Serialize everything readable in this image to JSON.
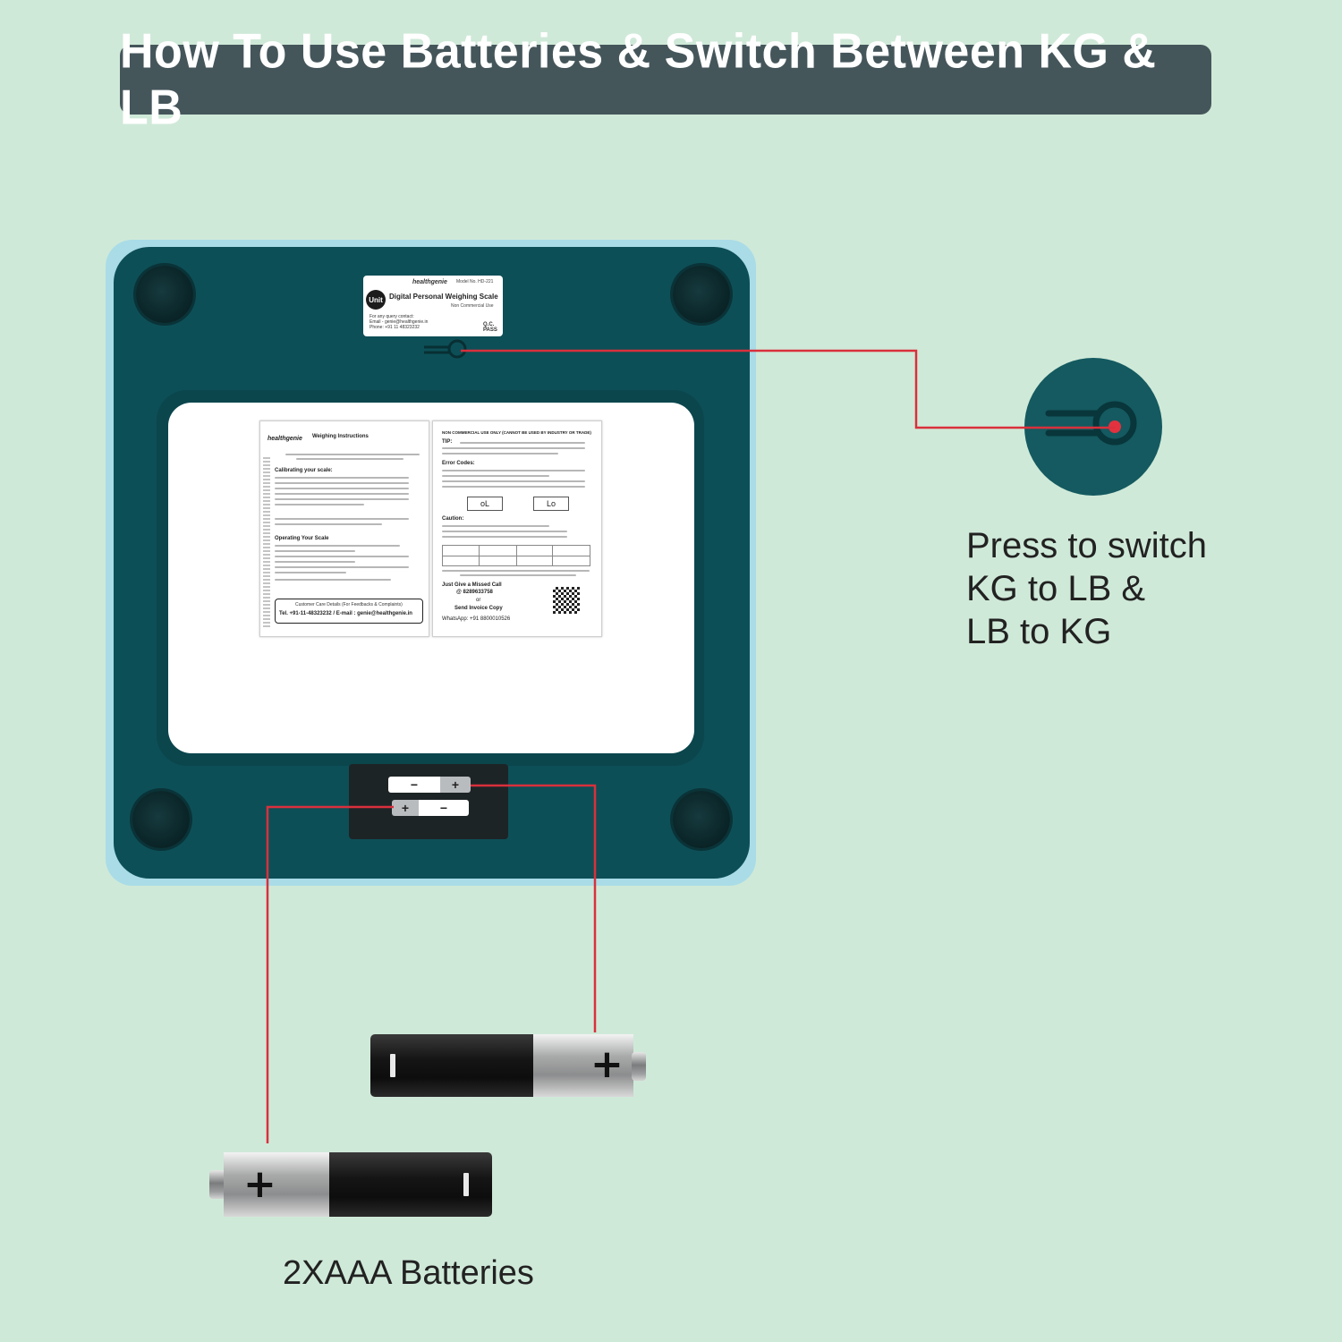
{
  "title": "How To Use Batteries & Switch Between KG & LB",
  "unit_button_callout": {
    "lines": [
      "Press to switch",
      "KG to LB &",
      "LB to KG"
    ]
  },
  "battery_callout": {
    "label": "2XAAA Batteries"
  },
  "battery_signs": {
    "plus": "+",
    "minus": "−"
  },
  "product_label": {
    "button": "Unit",
    "brand": "healthgenie",
    "model": "Model No. HD-221",
    "name": "Digital Personal Weighing Scale",
    "usage": "Non Commercial Use",
    "contact_lines": [
      "For any query contact:",
      "Email - genie@healthgenie.in",
      "Phone: +91 11 48323232"
    ],
    "qc": "Q.C. PASS"
  },
  "instruction_sheet": {
    "left": {
      "logo": "healthgenie",
      "heading": "Weighing Instructions",
      "section_1": "Calibrating your scale:",
      "section_2": "Operating Your Scale",
      "care_title": "Customer Care Details (For Feedbacks & Complaints)",
      "care_contact": "Tel. +91-11-48323232 / E-mail : genie@healthgenie.in"
    },
    "right": {
      "heading": "NON COMMERCIAL USE ONLY (CANNOT BE USED BY INDUSTRY OR TRADE)",
      "tip": "TIP:",
      "error_codes": "Error Codes:",
      "code_1": "oL",
      "code_2": "Lo",
      "caution": "Caution:",
      "missed_call": "Just Give a Missed Call",
      "phone": "@ 8289633758",
      "or": "or",
      "invoice": "Send Invoice Copy",
      "whatsapp": "WhatsApp: +91 8800010526"
    }
  },
  "colors": {
    "background": "#cfe9d8",
    "title_bar": "#45565b",
    "scale_body": "#0d4f57",
    "scale_glass": "#a9dce7",
    "callout_line": "#d9303c"
  }
}
